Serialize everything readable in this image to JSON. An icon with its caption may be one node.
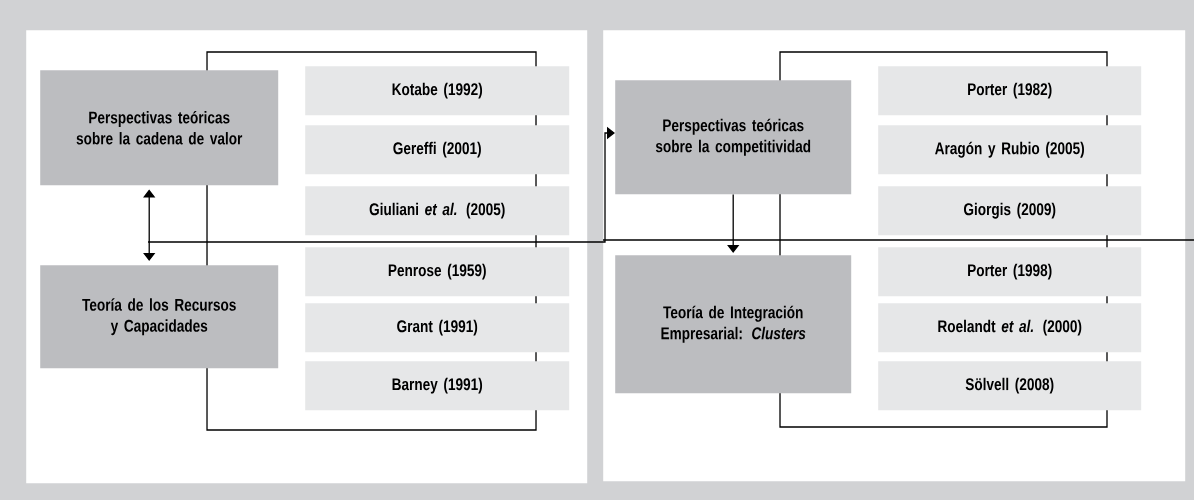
{
  "diagram": {
    "nodes": [
      {
        "text": [],
        "shape": "box"
      },
      {
        "text": [
          "Perspectivas teóricas sobre la cadena de valor"
        ],
        "in": 0
      },
      {
        "text": [
          "Teoría de los Recursos y Capacidades"
        ],
        "in": 0
      },
      {
        "text": [
          "Kotabe (1992)"
        ],
        "in": 0
      },
      {
        "text": [
          "Gereffi (2001)"
        ],
        "in": 0
      },
      {
        "text": [
          "Giuliani *et al.* (2005)"
        ],
        "in": 0
      },
      {
        "text": [
          "Penrose (1959)"
        ],
        "in": 0
      },
      {
        "text": [
          "Grant (1991)"
        ],
        "in": 0
      },
      {
        "text": [
          "Barney (1991)"
        ],
        "in": 0
      },
      {
        "text": [],
        "shape": "box"
      },
      {
        "text": [
          "Perspectivas teóricas sobre la competitividad"
        ],
        "in": 9
      },
      {
        "text": [
          "Teoría de Integración Empresarial: *Clusters*"
        ],
        "in": 9
      },
      {
        "text": [
          "Porter (1982)"
        ],
        "in": 9
      },
      {
        "text": [
          "Aragón y Rubio (2005)"
        ],
        "in": 9
      },
      {
        "text": [
          "Giorgis (2009)"
        ],
        "in": 9
      },
      {
        "text": [
          "Porter (1998)"
        ],
        "in": 9
      },
      {
        "text": [
          "Roelandt *et al.* (2000)"
        ],
        "in": 9
      },
      {
        "text": [
          "Sölvell (2008)"
        ],
        "in": 9
      }
    ],
    "edges": [
      {
        "from": 1,
        "to": 2,
        "arrow": "both"
      },
      {
        "from": null,
        "to": 10,
        "arrow": "to"
      },
      {
        "from": 10,
        "to": 11,
        "arrow": "to"
      },
      {
        "from": 9,
        "to": null,
        "arrow": "none"
      }
    ]
  }
}
